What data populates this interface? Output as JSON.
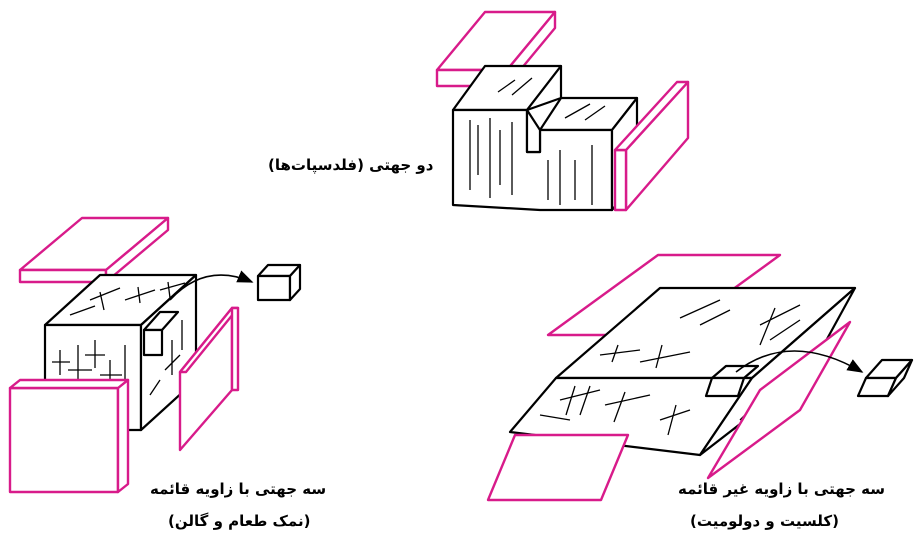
{
  "labels": {
    "two_dir": "دو جهتی (فلدسپات‌ها)",
    "three_right_line1": "سه جهتی با زاویه قائمه",
    "three_right_line2": "(نمک طعام و گالن)",
    "three_oblique_line1": "سه جهتی با زاویه غیر قائمه",
    "three_oblique_line2": "(کلسیت و دولومیت)"
  },
  "colors": {
    "plane": "#d81b8a",
    "outline": "#000000",
    "background": "#ffffff"
  }
}
